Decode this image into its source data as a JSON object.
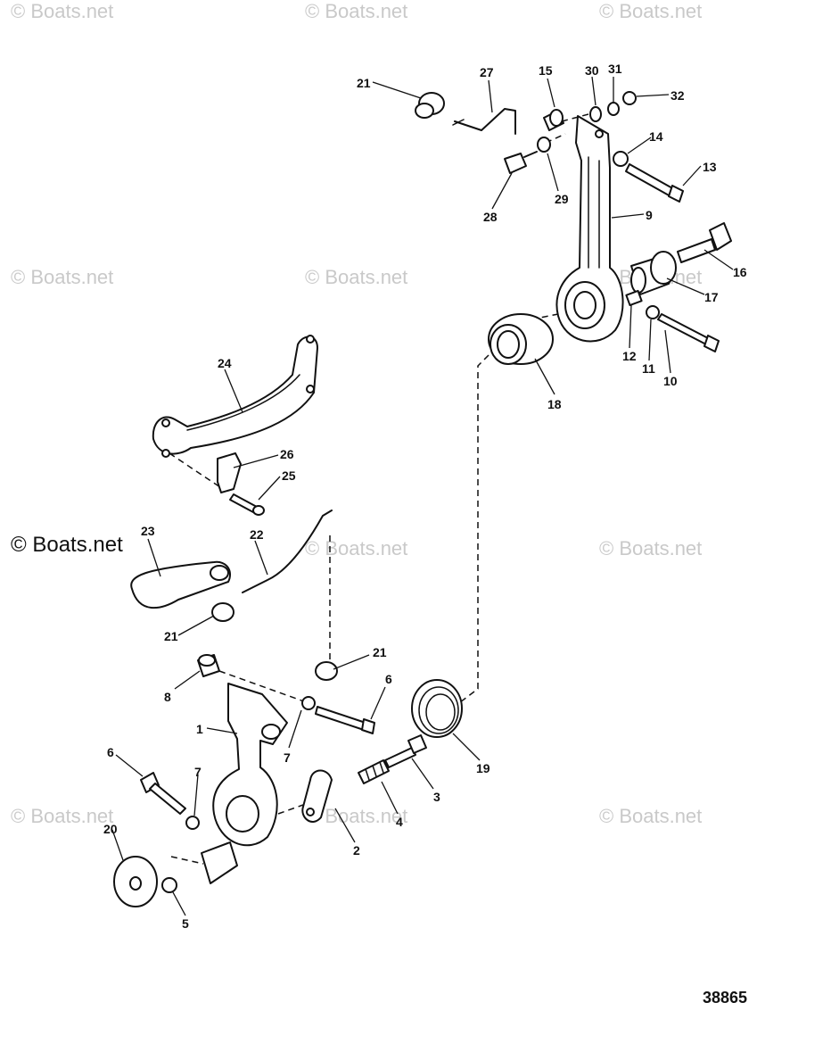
{
  "watermark": {
    "text": "© Boats.net"
  },
  "figure_number": "38865",
  "callouts": [
    {
      "id": "21a",
      "label": "21"
    },
    {
      "id": "27",
      "label": "27"
    },
    {
      "id": "15",
      "label": "15"
    },
    {
      "id": "30",
      "label": "30"
    },
    {
      "id": "31",
      "label": "31"
    },
    {
      "id": "32",
      "label": "32"
    },
    {
      "id": "14",
      "label": "14"
    },
    {
      "id": "13",
      "label": "13"
    },
    {
      "id": "28",
      "label": "28"
    },
    {
      "id": "29",
      "label": "29"
    },
    {
      "id": "9",
      "label": "9"
    },
    {
      "id": "16",
      "label": "16"
    },
    {
      "id": "17",
      "label": "17"
    },
    {
      "id": "12",
      "label": "12"
    },
    {
      "id": "11",
      "label": "11"
    },
    {
      "id": "10",
      "label": "10"
    },
    {
      "id": "18",
      "label": "18"
    },
    {
      "id": "24",
      "label": "24"
    },
    {
      "id": "26",
      "label": "26"
    },
    {
      "id": "25",
      "label": "25"
    },
    {
      "id": "23",
      "label": "23"
    },
    {
      "id": "22",
      "label": "22"
    },
    {
      "id": "21b",
      "label": "21"
    },
    {
      "id": "21c",
      "label": "21"
    },
    {
      "id": "8",
      "label": "8"
    },
    {
      "id": "6a",
      "label": "6"
    },
    {
      "id": "1",
      "label": "1"
    },
    {
      "id": "7a",
      "label": "7"
    },
    {
      "id": "6b",
      "label": "6"
    },
    {
      "id": "7b",
      "label": "7"
    },
    {
      "id": "19",
      "label": "19"
    },
    {
      "id": "3",
      "label": "3"
    },
    {
      "id": "4",
      "label": "4"
    },
    {
      "id": "2",
      "label": "2"
    },
    {
      "id": "20",
      "label": "20"
    },
    {
      "id": "5",
      "label": "5"
    }
  ]
}
